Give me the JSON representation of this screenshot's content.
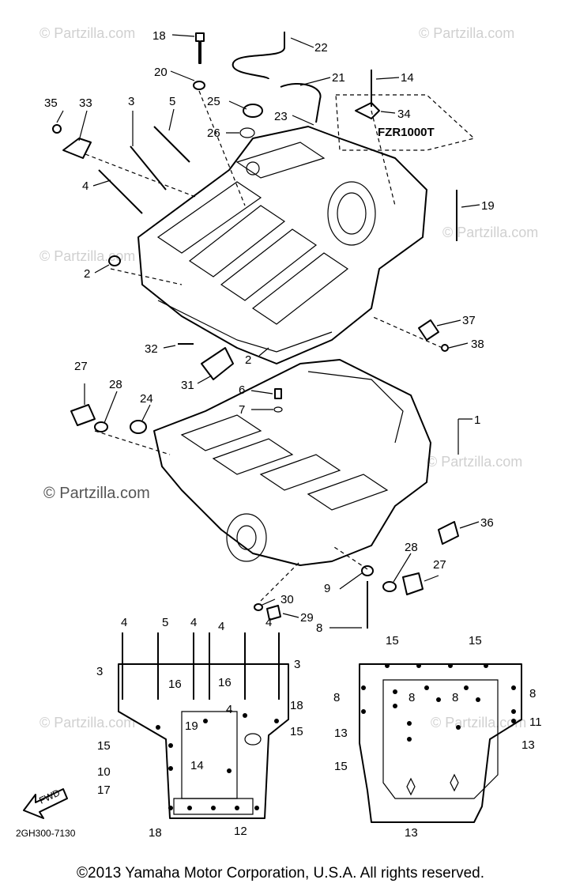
{
  "labels": {
    "p1": "1",
    "p2a": "2",
    "p2b": "2",
    "p3": "3",
    "p4": "4",
    "p5": "5",
    "p6": "6",
    "p7": "7",
    "p8": "8",
    "p9": "9",
    "p14": "14",
    "p18": "18",
    "p19": "19",
    "p20": "20",
    "p21": "21",
    "p22": "22",
    "p23": "23",
    "p24": "24",
    "p25": "25",
    "p26": "26",
    "p27a": "27",
    "p27b": "27",
    "p28a": "28",
    "p28b": "28",
    "p29": "29",
    "p30": "30",
    "p31": "31",
    "p32": "32",
    "p33": "33",
    "p34": "34",
    "p35": "35",
    "p36": "36",
    "p37": "37",
    "p38": "38",
    "ul3": "3",
    "ul4a": "4",
    "ul4b": "4",
    "ul4c": "4",
    "ul4d": "4",
    "ul4e": "4",
    "ul5": "5",
    "ur3": "3",
    "ul16a": "16",
    "ul16b": "16",
    "ul18": "18",
    "ul15a": "15",
    "ul15b": "15",
    "ul19": "19",
    "ul10": "10",
    "ul14": "14",
    "ul17": "17",
    "ul18b": "18",
    "ul12": "12",
    "lr15a": "15",
    "lr15b": "15",
    "lr8a": "8",
    "lr8b": "8",
    "lr8c": "8",
    "lr8d": "8",
    "lr13a": "13",
    "lr11": "11",
    "lr13b": "13",
    "lr15c": "15",
    "lr13c": "13"
  },
  "variant_label": "FZR1000T",
  "front_arrow": "FWD",
  "diagram_code": "2GH300-7130",
  "watermark": "© Partzilla.com",
  "copyright": "©2013 Yamaha Motor Corporation, U.S.A. All rights reserved."
}
